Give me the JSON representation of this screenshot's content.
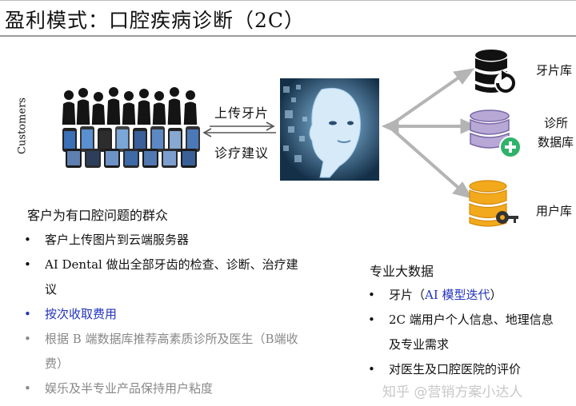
{
  "title": "盈利模式：口腔疾病诊断（2C）",
  "customers_label": "Customers",
  "upload_label": "上传牙片",
  "advice_label": "诊疗建议",
  "databases": [
    {
      "icon": "refresh-database-icon",
      "label_lines": [
        "牙片库"
      ]
    },
    {
      "icon": "add-database-icon",
      "label_lines": [
        "诊所",
        "数据库"
      ]
    },
    {
      "icon": "key-database-icon",
      "label_lines": [
        "用户库"
      ]
    }
  ],
  "left_section": {
    "title": "客户为有口腔问题的群众",
    "bullets": [
      {
        "lines": [
          "客户上传图片到云端服务器"
        ],
        "style": "normal"
      },
      {
        "lines": [
          "AI Dental 做出全部牙齿的检查、诊断、治疗建",
          "议"
        ],
        "style": "normal"
      },
      {
        "lines": [
          "按次收取费用"
        ],
        "style": "blue"
      },
      {
        "lines": [
          "根据 B 端数据库推荐高素质诊所及医生（B端收",
          "费）"
        ],
        "style": "grey"
      },
      {
        "lines": [
          "娱乐及半专业产品保持用户粘度"
        ],
        "style": "grey"
      }
    ]
  },
  "right_section": {
    "title": "专业大数据",
    "bullets": [
      {
        "segments": [
          {
            "text": "牙片（",
            "style": "normal"
          },
          {
            "text": "AI 模型迭代",
            "style": "blue"
          },
          {
            "text": "）",
            "style": "normal"
          }
        ]
      },
      {
        "lines": [
          "2C 端用户个人信息、地理信息",
          "及专业需求"
        ]
      },
      {
        "lines": [
          "对医生及口腔医院的评价"
        ]
      }
    ]
  },
  "bullet_char": "•",
  "watermark": "知乎 @营销方案小达人",
  "colors": {
    "accent_blue": "#2233bb",
    "muted_grey": "#888888",
    "arrow_grey": "#b4b4b4",
    "db_orange": "#f2a91c",
    "db_lilac": "#b7a8d6",
    "db_green": "#2fb36b"
  }
}
